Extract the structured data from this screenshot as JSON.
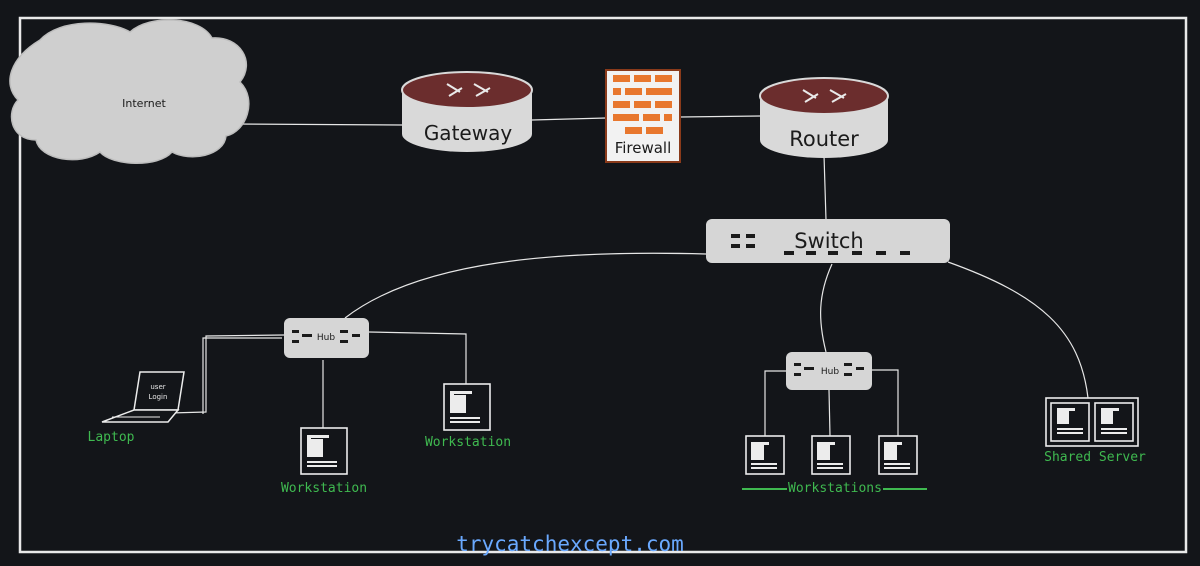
{
  "nodes": {
    "internet": "Internet",
    "gateway": "Gateway",
    "firewall": "Firewall",
    "router": "Router",
    "switch": "Switch",
    "hub_left": "Hub",
    "hub_right": "Hub",
    "laptop": "Laptop",
    "laptop_screen_line1": "user",
    "laptop_screen_line2": "Login",
    "workstation_left": "Workstation",
    "workstation_mid": "Workstation",
    "workstations_group": "Workstations",
    "shared_server": "Shared Server"
  },
  "footer": {
    "site": "trycatchexcept.com"
  },
  "colors": {
    "background": "#131519",
    "router_top": "#6b2d2d",
    "router_body": "#d9d9d9",
    "firewall_brick": "#e8772e",
    "label_green": "#3fb950",
    "footer_blue": "#6aa9ff"
  },
  "icons": [
    "cloud-icon",
    "router-icon",
    "firewall-icon",
    "switch-icon",
    "hub-icon",
    "laptop-icon",
    "workstation-icon",
    "server-icon"
  ]
}
